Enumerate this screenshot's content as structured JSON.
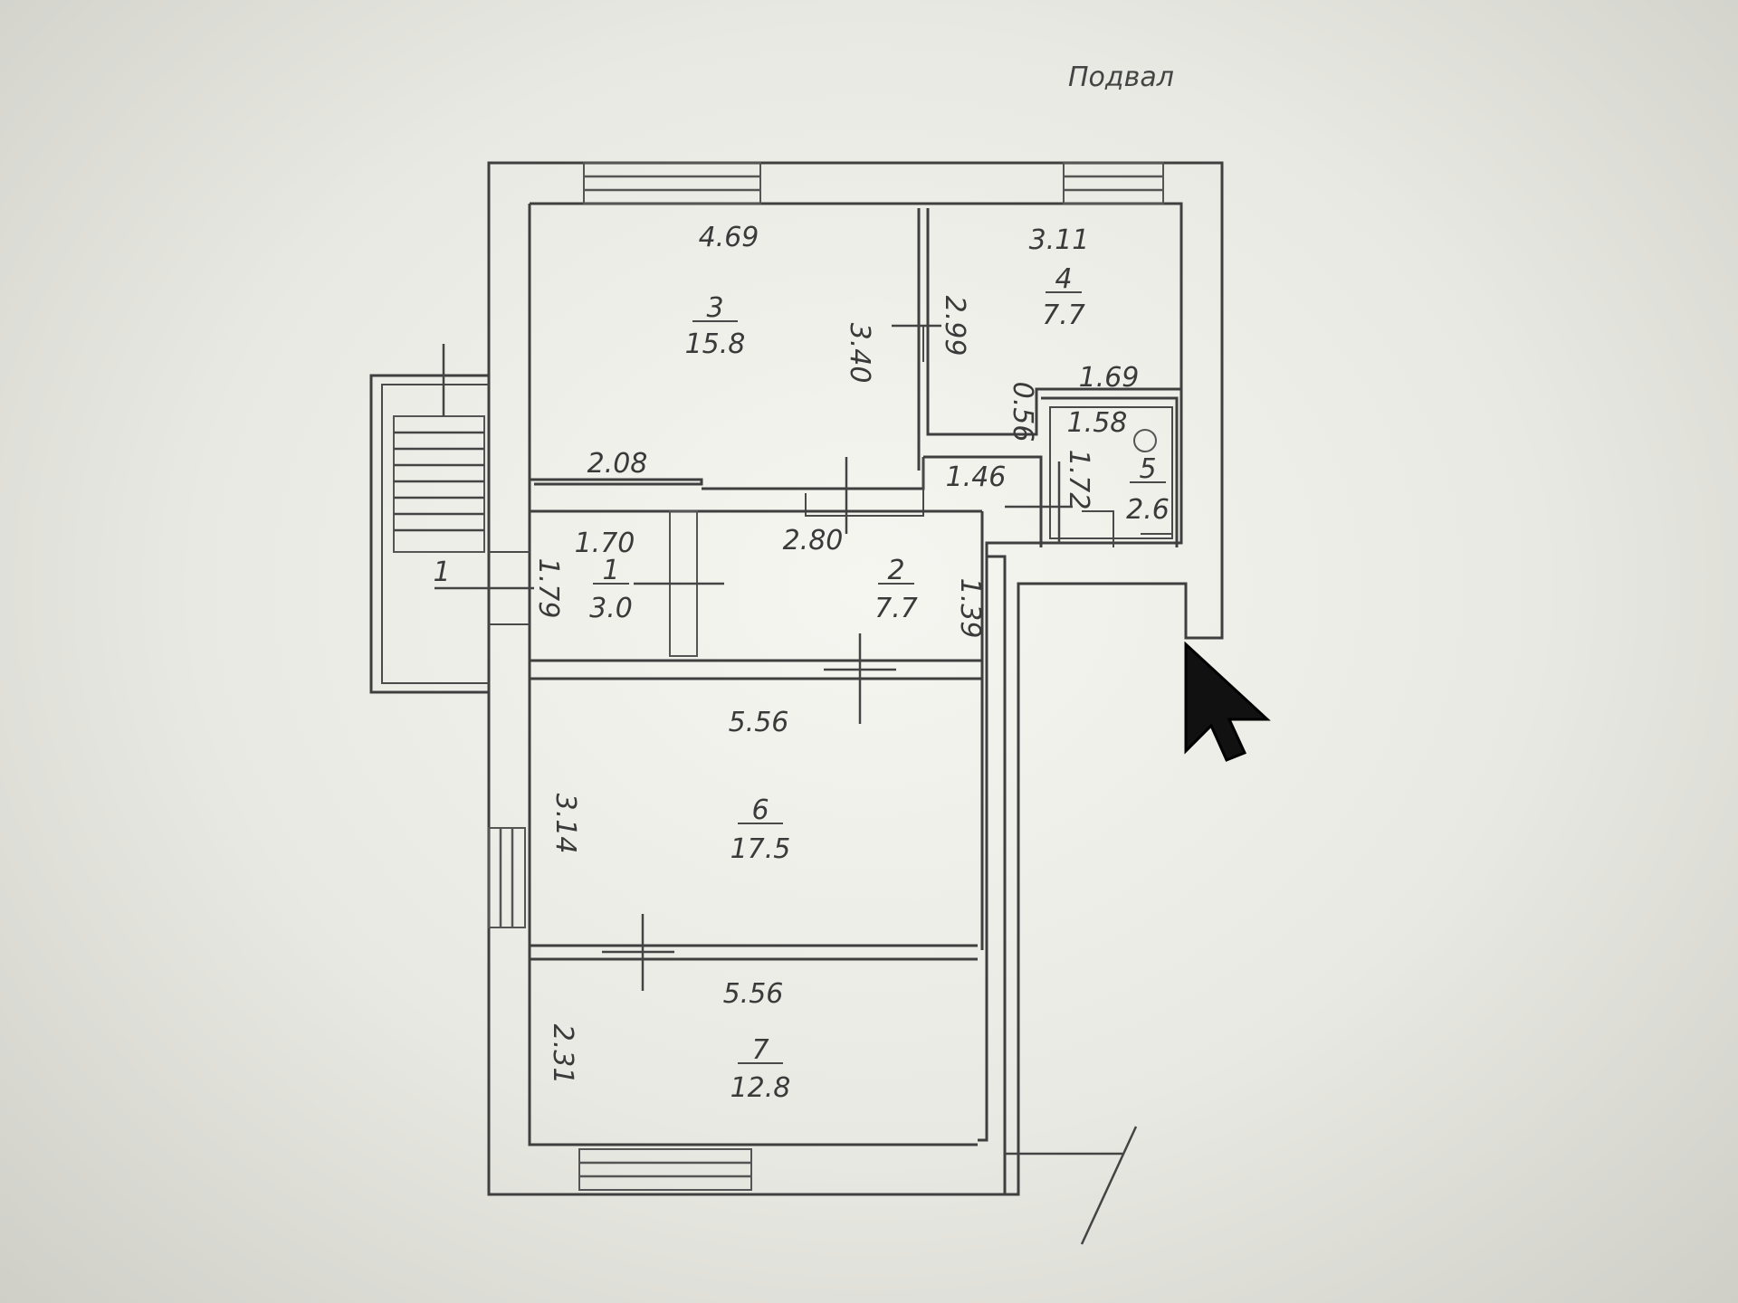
{
  "title": "Подвал",
  "rooms": [
    {
      "id": "1",
      "number": "1",
      "area": "3.0"
    },
    {
      "id": "2",
      "number": "2",
      "area": "7.7"
    },
    {
      "id": "3",
      "number": "3",
      "area": "15.8"
    },
    {
      "id": "4",
      "number": "4",
      "area": "7.7"
    },
    {
      "id": "5",
      "number": "5",
      "area": "2.6"
    },
    {
      "id": "6",
      "number": "6",
      "area": "17.5"
    },
    {
      "id": "7",
      "number": "7",
      "area": "12.8"
    }
  ],
  "entry_label": "1",
  "dimensions": {
    "r3_width": "4.69",
    "r3_depth": "3.40",
    "r3_partition": "2.08",
    "r4_width": "3.11",
    "r4_depth": "2.99",
    "r5_top": "1.69",
    "r5_inner": "1.58",
    "r5_small": "0.56",
    "r5_depth": "1.72",
    "corr_small": "1.46",
    "r1_width": "1.70",
    "r1_depth": "1.79",
    "r2_width": "2.80",
    "r2_depth": "1.39",
    "r6_width": "5.56",
    "r6_depth": "3.14",
    "r7_width": "5.56",
    "r7_depth": "2.31"
  }
}
